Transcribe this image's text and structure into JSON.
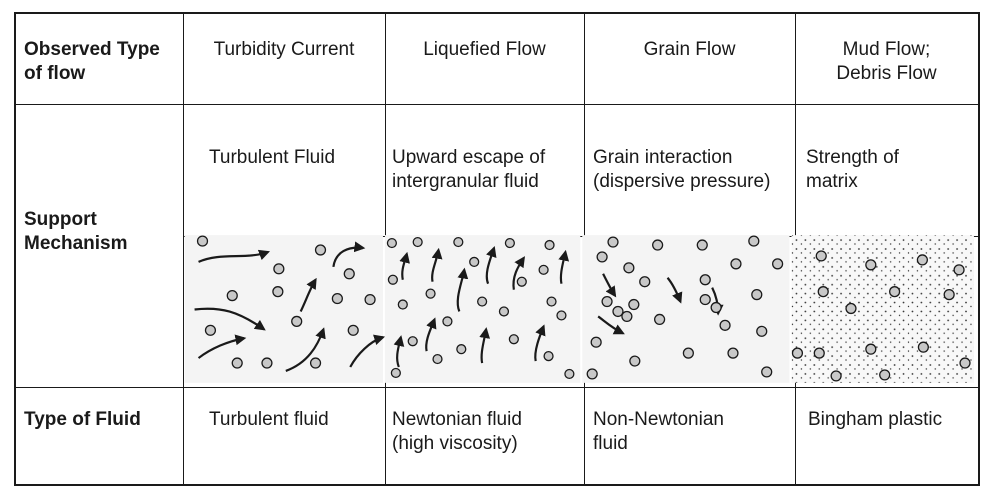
{
  "row_headers": {
    "observed": "Observed Type of flow",
    "observed_line1": "Observed Type",
    "observed_line2": "of flow",
    "support_line1": "Support",
    "support_line2": "Mechanism",
    "fluid": "Type of Fluid"
  },
  "columns": [
    {
      "flow": "Turbidity Current",
      "support": [
        "Turbulent Fluid"
      ],
      "fluid": [
        "Turbulent fluid"
      ]
    },
    {
      "flow": "Liquefied Flow",
      "support": [
        "Upward escape of",
        "intergranular fluid"
      ],
      "fluid": [
        "Newtonian fluid",
        "(high viscosity)"
      ]
    },
    {
      "flow": "Grain Flow",
      "support": [
        "Grain interaction",
        "(dispersive pressure)"
      ],
      "fluid": [
        "Non-Newtonian",
        "fluid"
      ]
    },
    {
      "flow_lines": [
        "Mud Flow;",
        "Debris Flow"
      ],
      "support": [
        "Strength of",
        "matrix"
      ],
      "fluid": [
        "Bingham plastic"
      ]
    }
  ],
  "colors": {
    "line": "#1a1a1a",
    "grain": "#c8c8c8",
    "panel": "#f4f4f4"
  }
}
